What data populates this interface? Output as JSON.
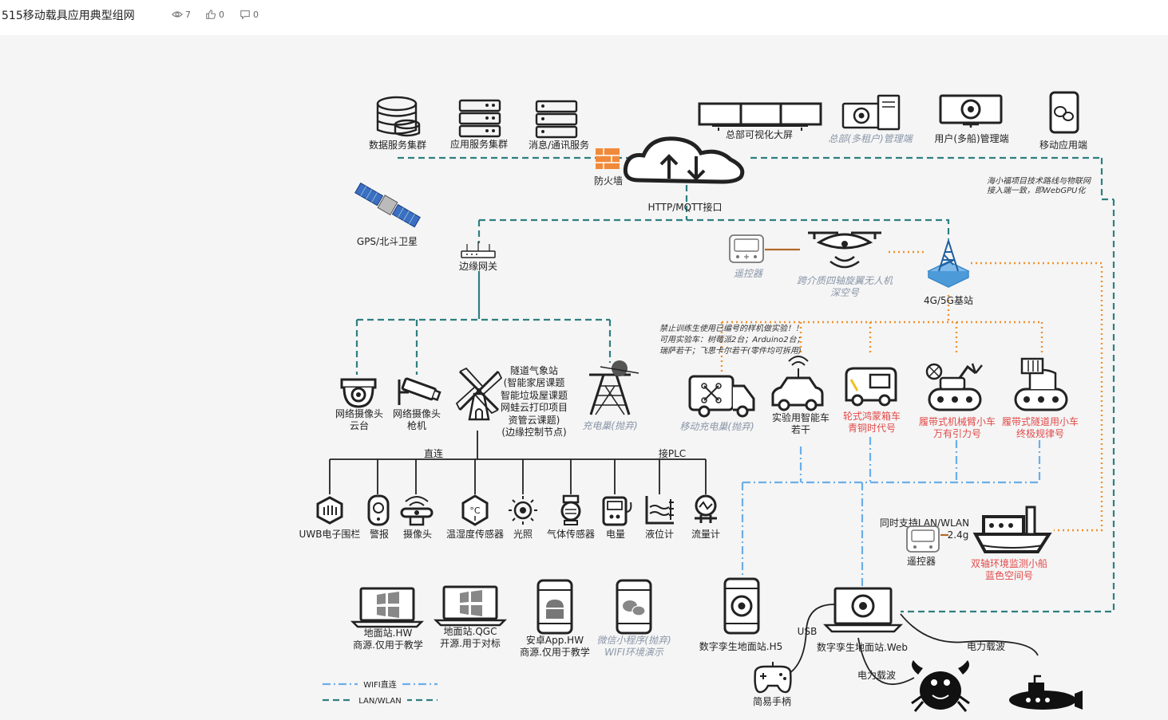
{
  "header": {
    "title": "515移动载具应用典型组网",
    "views": "7",
    "likes": "0",
    "comments": "0"
  },
  "nodes": {
    "data_cluster": "数据服务集群",
    "app_cluster": "应用服务集群",
    "msg_service": "消息/通讯服务",
    "firewall": "防火墙",
    "http_mqtt": "HTTP/MQTT接口",
    "hq_screen": "总部可视化大屏",
    "hq_admin": "总部(多租户)管理端",
    "user_admin": "用户(多船)管理端",
    "mobile_app": "移动应用端",
    "note_webgpu_1": "海小福项目技术路线与物联网",
    "note_webgpu_2": "接入端一致，即WebGPU化",
    "satellite": "GPS/北斗卫星",
    "edge_gateway": "边缘网关",
    "remote_1": "遥控器",
    "drone_1": "跨介质四轴旋翼无人机",
    "drone_2": "深空号",
    "base_station": "4G/5G基站",
    "warn_1": "禁止训练生使用已编号的样机做实验！！",
    "warn_2": "可用实验车：树莓派2台；Arduino2台；",
    "warn_3": "瑞萨若干；飞思卡尔若干(零件均可拆用)",
    "cam_ptz_1": "网络摄像头",
    "cam_ptz_2": "云台",
    "cam_gun_1": "网络摄像头",
    "cam_gun_2": "枪机",
    "weather_1": "隧道气象站",
    "weather_2": "(智能家居课题",
    "weather_3": "智能垃圾屋课题",
    "weather_4": "网蛙云打印项目",
    "weather_5": "资管云课题)",
    "weather_6": "(边缘控制节点)",
    "charger": "充电巢(抛弃)",
    "mobile_charger": "移动充电巢(抛弃)",
    "exp_car_1": "实验用智能车",
    "exp_car_2": "若干",
    "wheeled_1": "轮式鸿蒙箱车",
    "wheeled_2": "青铜时代号",
    "tracked_arm_1": "履带式机械臂小车",
    "tracked_arm_2": "万有引力号",
    "tracked_tunnel_1": "履带式隧道用小车",
    "tracked_tunnel_2": "终极规律号",
    "direct": "直连",
    "plc": "接PLC",
    "uwb": "UWB电子围栏",
    "alarm": "警报",
    "camera": "摄像头",
    "temp_humid": "温湿度传感器",
    "light": "光照",
    "gas": "气体传感器",
    "power": "电量",
    "level": "液位计",
    "flow": "流量计",
    "lan_wlan": "同时支持LAN/WLAN",
    "freq_24": "2.4g",
    "remote_2": "遥控器",
    "boat_1": "双轴环境监测小船",
    "boat_2": "蓝色空间号",
    "gs_hw_1": "地面站.HW",
    "gs_hw_2": "商源.仅用于教学",
    "gs_qgc_1": "地面站.QGC",
    "gs_qgc_2": "开源.用于对标",
    "android_1": "安卓App.HW",
    "android_2": "商源.仅用于教学",
    "wechat_1": "微信小程序(抛弃)",
    "wechat_2": "WIFI环境演示",
    "dt_h5": "数字孪生地面站.H5",
    "dt_web": "数字孪生地面站.Web",
    "usb": "USB",
    "plc_carrier_1": "电力载波",
    "plc_carrier_2": "电力载波",
    "gamepad": "简易手柄",
    "legend_wifi": "WIFI直连",
    "legend_lan": "LAN/WLAN"
  },
  "colors": {
    "teal": "#2f7f80",
    "blue": "#6aaee8",
    "orange": "#f0922b",
    "red": "#e24a4a",
    "gray": "#8a96a8"
  }
}
